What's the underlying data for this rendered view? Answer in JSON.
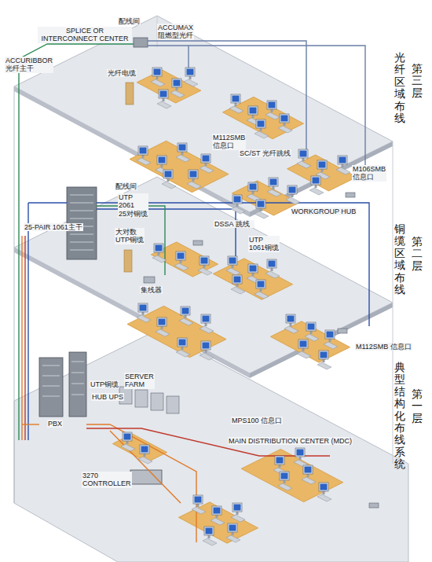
{
  "diagram": {
    "labels": [
      "SPLICE OR INTERCONNECT CENTER",
      "配线间",
      "ACCUMAX 阻燃型光纤",
      "第三层",
      "光纤区域布线",
      "ACCURIBBOR 光纤主干",
      "光纤电缆",
      "M112SMB 信息口",
      "SC/ST 光纤跳线",
      "M106SMB 信息口",
      "配线间",
      "UTP 2061 25对铜缆",
      "WORKGROUP HUB",
      "DSSA 跳线",
      "25-PAIR 1061主干",
      "大对数 UTP铜缆",
      "UTP 1061铜缆",
      "第二层",
      "铜缆区域布线",
      "集线器",
      "M112SMB 信息口",
      "UTP铜缆",
      "SERVER FARM",
      "HUB UPS",
      "第一层",
      "典型结构化布线系统",
      "PBX",
      "MPS100 信息口",
      "MAIN DISTRIBUTION CENTER (MDC)",
      "3270 CONTROLLER"
    ]
  }
}
